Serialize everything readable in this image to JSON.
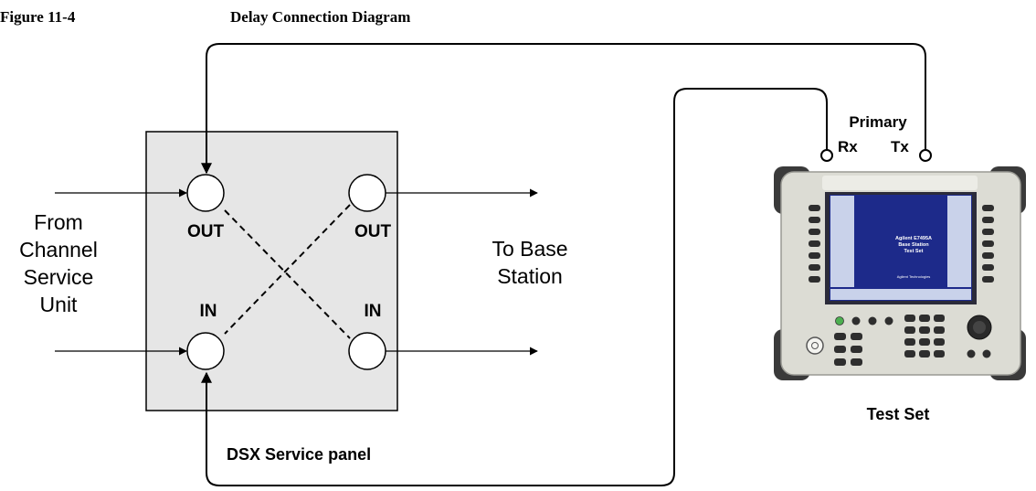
{
  "figure": {
    "number": "Figure 11-4",
    "title": "Delay Connection Diagram"
  },
  "left_label": {
    "line1": "From",
    "line2": "Channel",
    "line3": "Service",
    "line4": "Unit"
  },
  "right_label": {
    "line1": "To Base",
    "line2": "Station"
  },
  "panel": {
    "name": "DSX Service panel",
    "jacks": {
      "top_left": "OUT",
      "top_right": "OUT",
      "bottom_left": "IN",
      "bottom_right": "IN"
    }
  },
  "test_set": {
    "name": "Test Set",
    "port_group": "Primary",
    "rx": "Rx",
    "tx": "Tx",
    "screen": {
      "line1": "Agilent E7495A",
      "line2": "Base Station",
      "line3": "Test Set",
      "brand": "Agilent Technologies"
    }
  },
  "colors": {
    "panel_fill": "#e6e6e6",
    "line": "#000000",
    "device_body": "#dcdcd4",
    "device_bumper": "#3a3a3a",
    "screen": "#1d2a8a"
  }
}
